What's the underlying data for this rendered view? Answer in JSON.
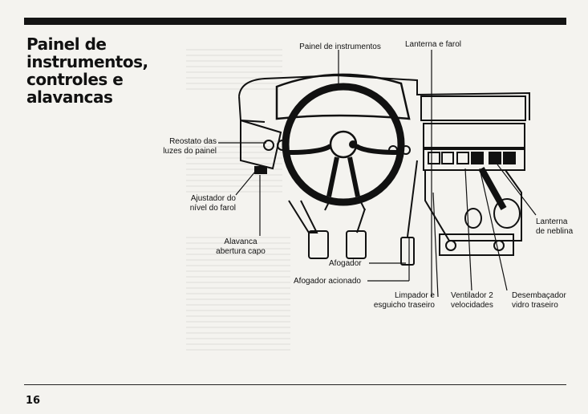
{
  "page": {
    "title": "Painel de\ninstrumentos,\ncontroles e\nalavancas",
    "page_number": "16"
  },
  "labels": {
    "painel_instrumentos": "Painel de instrumentos",
    "lanterna_farol": "Lanterna e farol",
    "reostato": "Reostato das\nluzes do painel",
    "ajustador": "Ajustador do\nnível do farol",
    "alavanca_capo": "Alavanca\nabertura capo",
    "afogador": "Afogador",
    "afogador_acionado": "Afogador acionado",
    "limpador": "Limpador e\nesguicho traseiro",
    "ventilador": "Ventilador 2\nvelocidades",
    "desembacador": "Desembaçador\nvidro traseiro",
    "lanterna_neblina": "Lanterna\nde neblina"
  }
}
